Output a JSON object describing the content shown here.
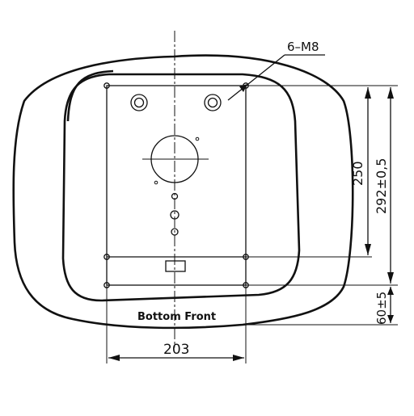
{
  "drawing": {
    "labels": {
      "thread_callout": "6–M8",
      "bottom_front": "Bottom Front"
    },
    "dimensions": {
      "width": "203",
      "height_inner": "250",
      "height_outer": "292±0,5",
      "offset": "60±5"
    },
    "colors": {
      "line": "#111111",
      "background": "#ffffff"
    }
  }
}
